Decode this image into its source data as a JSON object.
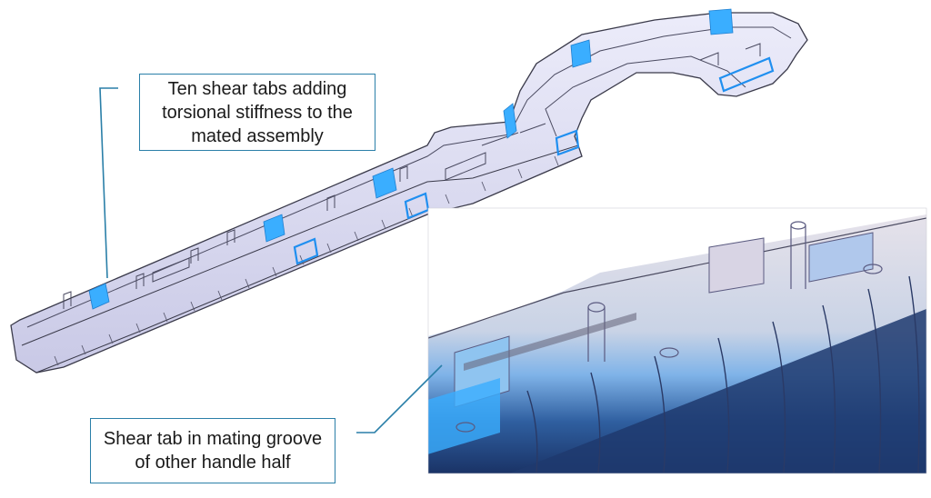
{
  "callouts": {
    "tabs_note": {
      "line1": "Ten shear tabs adding",
      "line2": "torsional stiffness to the",
      "line3": "mated assembly"
    },
    "groove_note": {
      "line1": "Shear tab in mating groove",
      "line2": "of other handle half"
    }
  },
  "colors": {
    "callout_border": "#2a7fa8",
    "tab_blue": "#3aaeff",
    "part_shell": "#dcdcf2",
    "part_edge": "#3a3a4a",
    "inset_bg": "#c8d4e6",
    "inset_dark_blue": "#1e3a6e"
  }
}
